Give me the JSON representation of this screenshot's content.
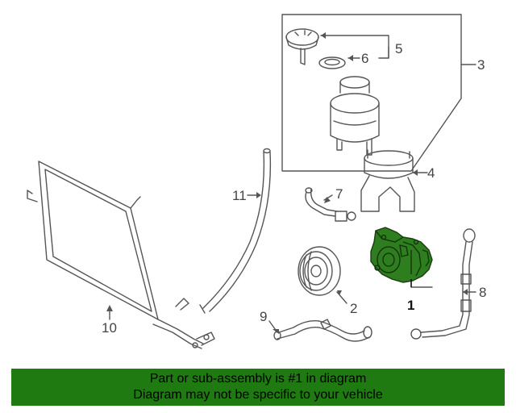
{
  "callouts": {
    "c1": "1",
    "c2": "2",
    "c3": "3",
    "c4": "4",
    "c5": "5",
    "c6": "6",
    "c7": "7",
    "c8": "8",
    "c9": "9",
    "c10": "10",
    "c11": "11"
  },
  "banner": {
    "line1": "Part or sub-assembly is #1 in diagram",
    "line2": "Diagram may not be specific to your vehicle"
  },
  "colors": {
    "highlight_part": "#2e7d1e",
    "banner_bg": "#1f7a12",
    "line": "#555555"
  }
}
